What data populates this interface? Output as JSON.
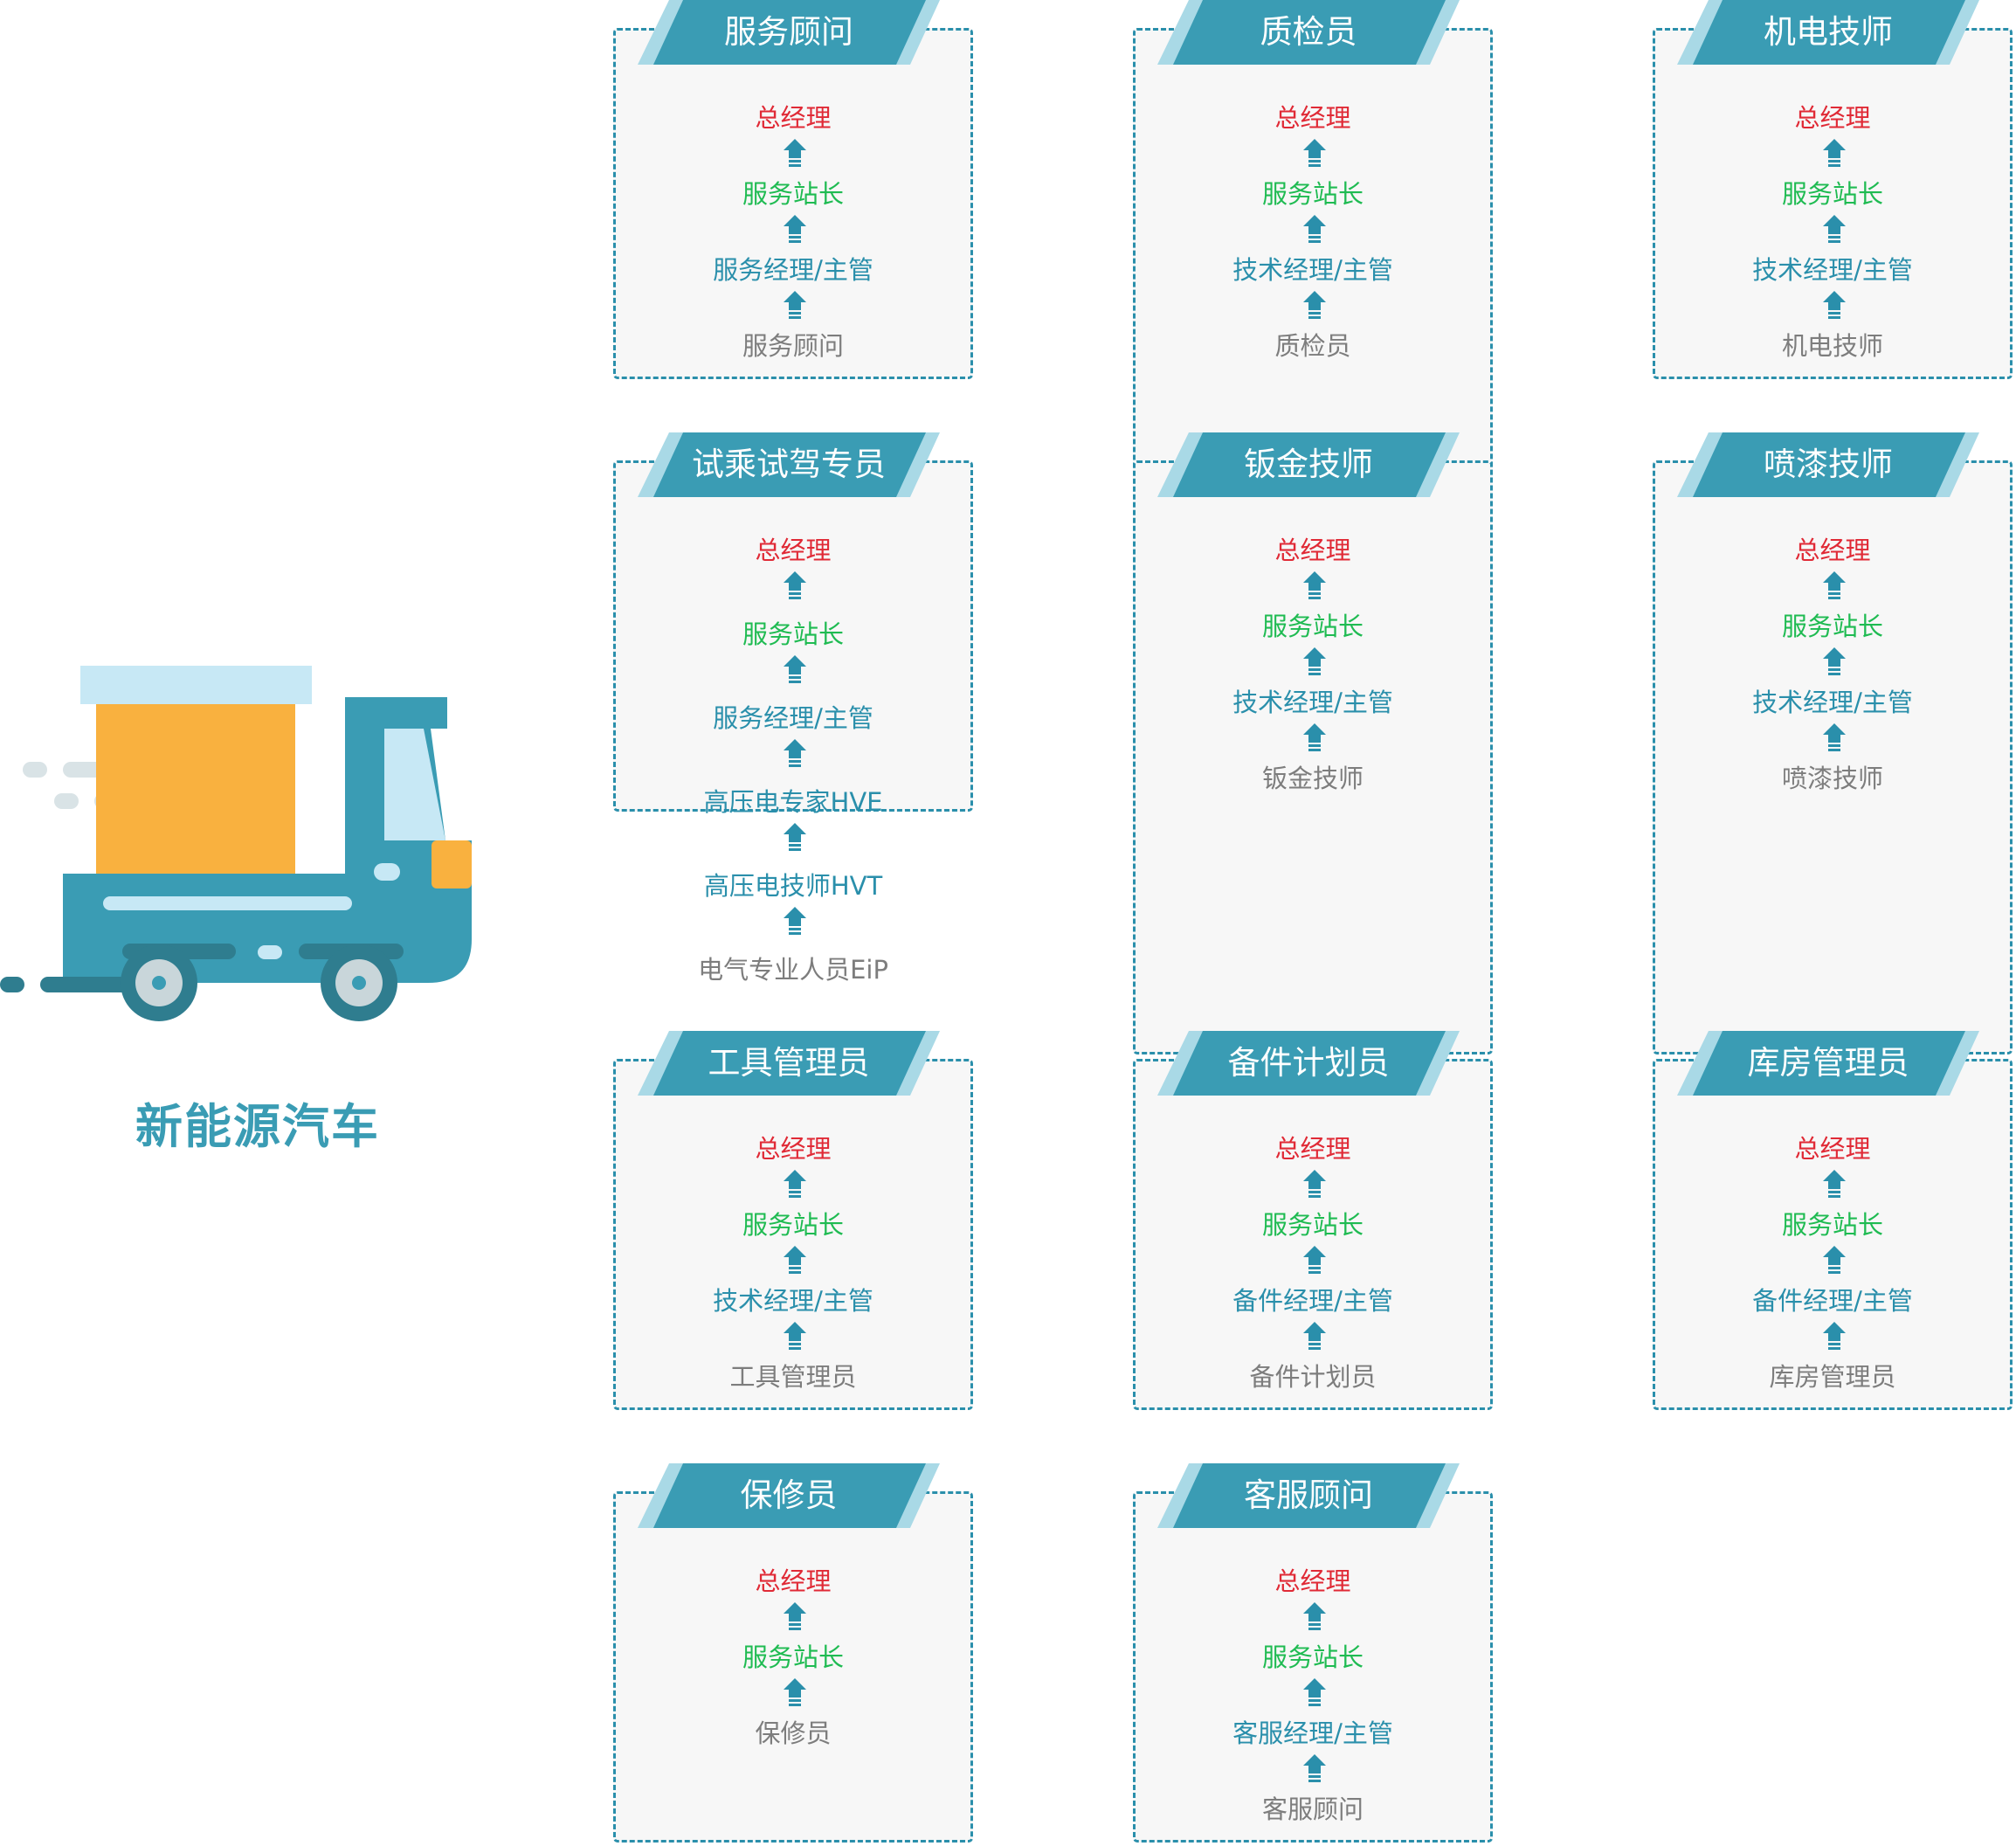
{
  "brand": "新能源汽车",
  "icons": {
    "truck": "delivery-truck-icon",
    "arrow": "up-arrow-icon"
  },
  "colors": {
    "accent": "#2a8fab",
    "banner_dark": "#3a9cb4",
    "banner_light": "#a9d9e6",
    "top_level": "#e02a36",
    "second_level": "#1fbb52",
    "mid_level": "#2a8fab",
    "base_level": "#7d7d7d",
    "truck_box": "#f9b13f",
    "truck_body": "#3a9cb4"
  },
  "cards": [
    {
      "title": "服务顾问",
      "levels": [
        "总经理",
        "服务站长",
        "服务经理/主管",
        "服务顾问"
      ]
    },
    {
      "title": "质检员",
      "levels": [
        "总经理",
        "服务站长",
        "技术经理/主管",
        "质检员"
      ]
    },
    {
      "title": "机电技师",
      "levels": [
        "总经理",
        "服务站长",
        "技术经理/主管",
        "机电技师"
      ]
    },
    {
      "title": "试乘试驾专员",
      "levels": [
        "总经理",
        "服务站长",
        "服务经理/主管",
        "高压电专家HVE",
        "高压电技师HVT",
        "电气专业人员EiP"
      ]
    },
    {
      "title": "钣金技师",
      "levels": [
        "总经理",
        "服务站长",
        "技术经理/主管",
        "钣金技师"
      ]
    },
    {
      "title": "喷漆技师",
      "levels": [
        "总经理",
        "服务站长",
        "技术经理/主管",
        "喷漆技师"
      ]
    },
    {
      "title": "工具管理员",
      "levels": [
        "总经理",
        "服务站长",
        "技术经理/主管",
        "工具管理员"
      ]
    },
    {
      "title": "备件计划员",
      "levels": [
        "总经理",
        "服务站长",
        "备件经理/主管",
        "备件计划员"
      ]
    },
    {
      "title": "库房管理员",
      "levels": [
        "总经理",
        "服务站长",
        "备件经理/主管",
        "库房管理员"
      ]
    },
    {
      "title": "保修员",
      "levels": [
        "总经理",
        "服务站长",
        "保修员"
      ]
    },
    {
      "title": "客服顾问",
      "levels": [
        "总经理",
        "服务站长",
        "客服经理/主管",
        "客服顾问"
      ]
    }
  ]
}
